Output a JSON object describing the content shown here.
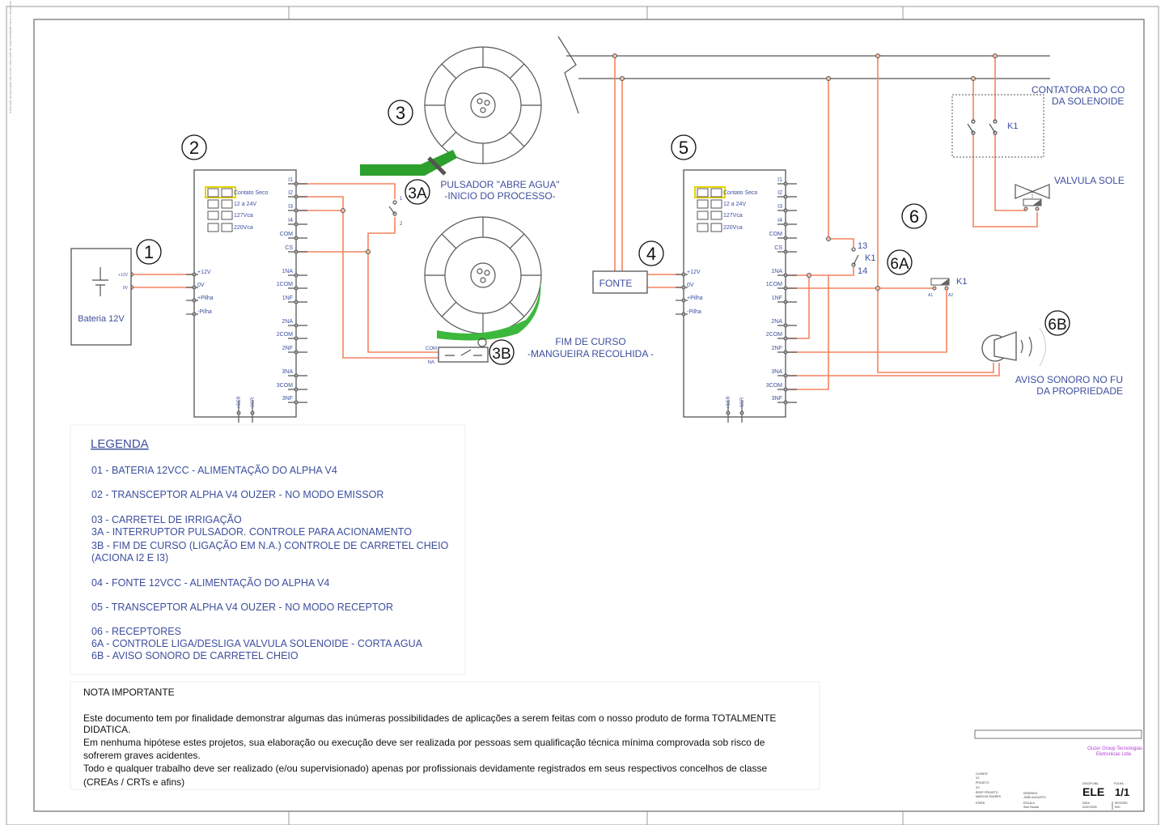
{
  "side_note": "A liberação da aprovação não exime o fabricante da responsabilidade sobre o documento",
  "markers": {
    "m1": "1",
    "m2": "2",
    "m3": "3",
    "m3a": "3A",
    "m3b": "3B",
    "m4": "4",
    "m5": "5",
    "m6": "6",
    "m6a": "6A",
    "m6b": "6B"
  },
  "battery": {
    "label": "Bateria 12V",
    "plus": "+12V",
    "zero": "0V"
  },
  "module": {
    "selector": [
      "Contato Seco",
      "12 a 24V",
      "127Vca",
      "220Vca"
    ],
    "left_pins": [
      "+12V",
      "0V",
      "+Pilha",
      "-Pilha"
    ],
    "right_pins": [
      "I1",
      "I2",
      "I3",
      "I4",
      "COM",
      "CS",
      "1NA",
      "1COM",
      "1NF",
      "2NA",
      "2COM",
      "2NF",
      "3NA",
      "3COM",
      "3NF"
    ],
    "bottom_pins": [
      "+SSR",
      "-SSR"
    ]
  },
  "switch3a": {
    "pin1": "1",
    "pin2": "2",
    "title": "PULSADOR \"ABRE AGUA\"",
    "subtitle": "-INICIO DO PROCESSO-"
  },
  "switch3b": {
    "com": "COM",
    "na": "NA",
    "title": "FIM DE CURSO",
    "subtitle": "-MANGUEIRA RECOLHIDA -"
  },
  "fonte": {
    "label": "FONTE"
  },
  "contactor": {
    "title1": "CONTATORA DO CO",
    "title2": "DA SOLENOIDE",
    "k1": "K1"
  },
  "valve": {
    "label": "VALVULA SOLE"
  },
  "relay": {
    "k1": "K1",
    "c13": "13",
    "c14": "14",
    "coil": "K1",
    "a1": "A1",
    "a2": "A2"
  },
  "horn": {
    "label1": "AVISO SONORO NO FU",
    "label2": "DA PROPRIEDADE"
  },
  "legend": {
    "title": "LEGENDA",
    "items": [
      "01 - BATERIA 12VCC - ALIMENTAÇÃO DO ALPHA V4",
      "02 - TRANSCEPTOR ALPHA V4 OUZER - NO MODO EMISSOR",
      "03 - CARRETEL DE IRRIGAÇÃO",
      "3A - INTERRUPTOR PULSADOR. CONTROLE PARA ACIONAMENTO",
      "3B - FIM DE CURSO (LIGAÇÃO EM N.A.) CONTROLE DE CARRETEL CHEIO",
      "(ACIONA I2 E I3)",
      "04 - FONTE 12VCC - ALIMENTAÇÃO DO ALPHA V4",
      "05 - TRANSCEPTOR ALPHA V4 OUZER - NO MODO RECEPTOR",
      "06 - RECEPTORES",
      "6A - CONTROLE LIGA/DESLIGA VALVULA SOLENOIDE - CORTA AGUA",
      "6B - AVISO SONORO DE CARRETEL CHEIO"
    ]
  },
  "note": {
    "title": "NOTA IMPORTANTE",
    "lines": [
      "Este documento tem por finalidade demonstrar algumas das inúmeras possibilidades de aplicações a serem feitas com o nosso produto de forma TOTALMENTE",
      "DIDATICA.",
      "Em nenhuma hipótese estes projetos, sua elaboração ou execução deve ser realizada por pessoas sem qualificação técnica mínima comprovada sob risco de",
      "sofrerem graves acidentes.",
      "Todo e qualquer trabalho deve ser realizado (e/ou supervisionado) apenas por profissionais devidamente registrados em seus respectivos concelhos de classe",
      "(CREAs / CRTs e afins)"
    ]
  },
  "title_block": {
    "company1": "Ouzer Group Tecnologias",
    "company2": "Eletronicas Ltda",
    "cliente_label": "CLIENTE",
    "cliente": "XX",
    "projeto_label": "PROJETO",
    "projeto": "XX",
    "resp_label": "RESP. PROJETO",
    "resp": "MARCOS SOARES",
    "desenho_label": "DESENHO",
    "desenho": "JOÃO AUGUSTO",
    "etapa_label": "ETAPA",
    "escala_label": "ESCALA",
    "escala": "Sem Escala",
    "data_label": "DATA",
    "data": "02/07/2025",
    "disciplina_label": "DISCIPLINA",
    "disciplina": "ELE",
    "folha_label": "FOLHA",
    "folha": "1/1",
    "revisao_label": "REVISÃO",
    "revisao": "R00"
  },
  "colors": {
    "wire": "#f5835f",
    "text": "#3d4f9e",
    "hose": "#2ca02c",
    "selector": "#e6d200",
    "company": "#b23ad8"
  }
}
